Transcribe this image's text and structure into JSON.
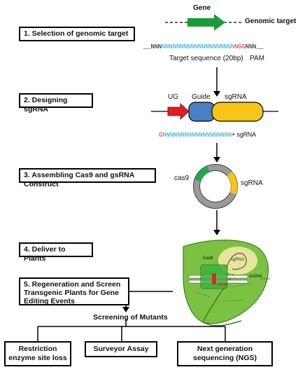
{
  "steps": [
    "1. Selection of genomic target",
    "2. Designing sgRNA",
    "3. Assembling Cas9 and gsRNA Construct",
    "4. Deliver to Plants",
    "5. Regeneration and Screen Transgenic Plants for Gene Editing Events"
  ],
  "gene": {
    "gene_label": "Gene",
    "genomic_target_label": "Genomic target",
    "seq_prefix": "NNN",
    "seq_target": "NNNNNNNNNNNNNNNNNNNN",
    "seq_pam": "NGG",
    "seq_suffix": "NNN",
    "target_label": "Target sequence (20bp)",
    "pam_label": "PAM"
  },
  "sgrna_design": {
    "ug_label": "UG",
    "guide_label": "Guide",
    "sgrna_label": "sgRNA",
    "seq_g": "G",
    "seq_n": "NNNNNNNNNNNNNNNNNNN",
    "seq_suffix": "+ sgRNA"
  },
  "construct": {
    "cas9_label": "cas9",
    "sgrna_label": "sgRNA"
  },
  "leaf": {
    "cas9_label": "Cas9",
    "sgrna_label": "sgRNA",
    "dsdna_label": "dsDNA",
    "pam_label": "PAM"
  },
  "screening": {
    "title": "Screening of Mutants",
    "methods": [
      "Restriction enzyme site loss",
      "Surveyor Assay",
      "Next generation sequencing (NGS)"
    ]
  },
  "colors": {
    "target_seq": "#1aa7d8",
    "pam": "#d62828",
    "gene_arrow": "#1a9a3a",
    "ug_arrow": "#e02020",
    "guide": "#4a7fc8",
    "sgrna": "#f5c518",
    "plasmid_green": "#22a84a",
    "plasmid_yellow": "#f5c518",
    "leaf": "#7cc242"
  }
}
